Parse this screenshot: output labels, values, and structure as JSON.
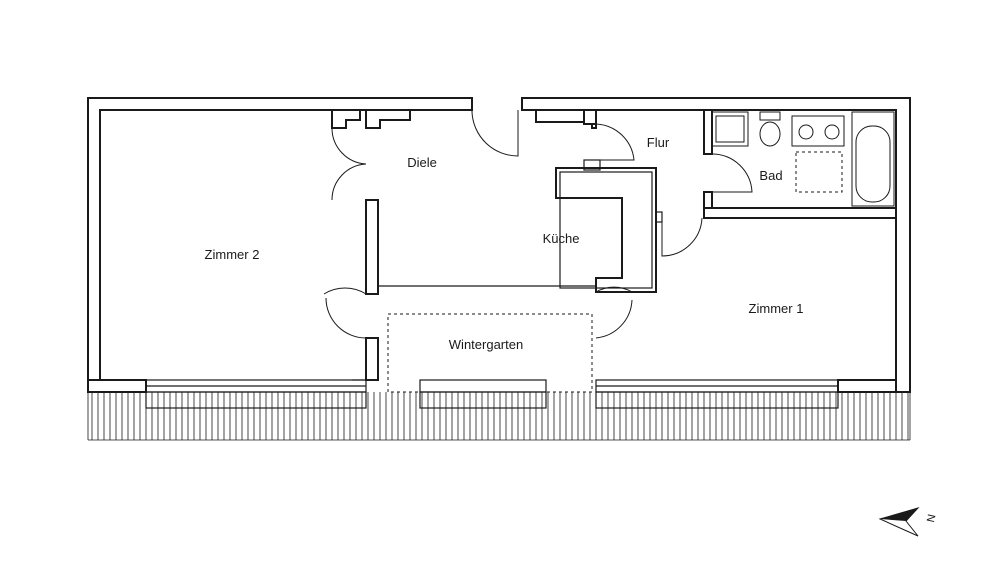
{
  "rooms": {
    "zimmer_2": "Zimmer 2",
    "diele": "Diele",
    "kueche": "Küche",
    "flur": "Flur",
    "bad": "Bad",
    "zimmer_1": "Zimmer 1",
    "wintergarten": "Wintergarten"
  },
  "compass": {
    "label": "N"
  },
  "colors": {
    "line": "#1a1a1a",
    "background": "#ffffff"
  }
}
